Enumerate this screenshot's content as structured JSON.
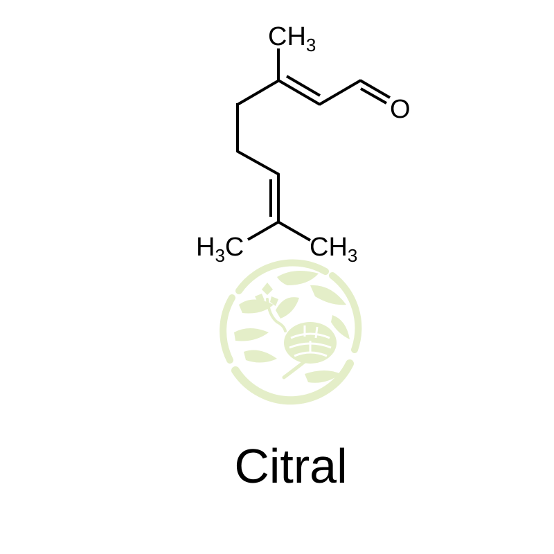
{
  "compound": {
    "name": "Citral"
  },
  "structure": {
    "labels": {
      "top_methyl": {
        "main": "CH",
        "sub": "3"
      },
      "left_methyl": {
        "pre": "H",
        "sub": "3",
        "post": "C"
      },
      "right_methyl": {
        "main": "CH",
        "sub": "3"
      },
      "oxygen": "O"
    },
    "bond_color": "#000000"
  },
  "watermark": {
    "description": "circular floral emblem",
    "color": "#e4eec8"
  }
}
